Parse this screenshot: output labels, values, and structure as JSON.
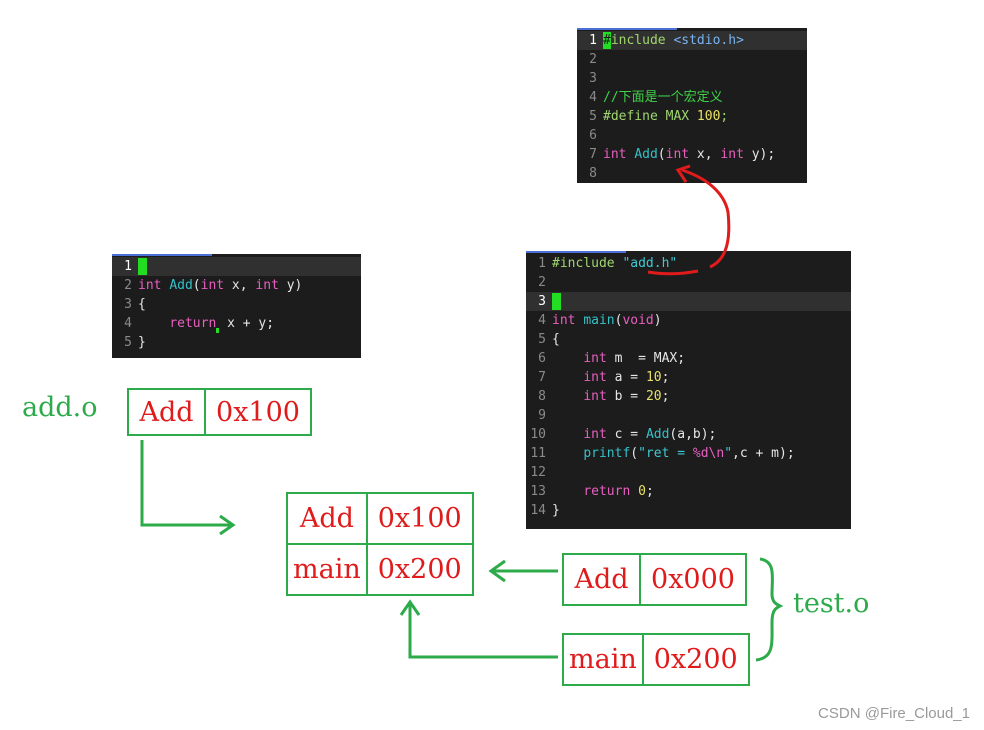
{
  "code_header": {
    "lines": [
      {
        "n": "1",
        "current": true,
        "tokens": [
          {
            "c": "cursor",
            "t": "#"
          },
          {
            "c": "k-pp",
            "t": "include "
          },
          {
            "c": "k-hdr",
            "t": "<stdio.h>"
          }
        ]
      },
      {
        "n": "2",
        "tokens": []
      },
      {
        "n": "3",
        "tokens": []
      },
      {
        "n": "4",
        "tokens": [
          {
            "c": "k-cmt",
            "t": "//下面是一个宏定义"
          }
        ]
      },
      {
        "n": "5",
        "tokens": [
          {
            "c": "k-pp",
            "t": "#define MAX "
          },
          {
            "c": "k-num",
            "t": "100"
          },
          {
            "c": "k-pp",
            "t": ";"
          }
        ]
      },
      {
        "n": "6",
        "tokens": []
      },
      {
        "n": "7",
        "tokens": [
          {
            "c": "k-type",
            "t": "int "
          },
          {
            "c": "k-fn",
            "t": "Add"
          },
          {
            "c": "t",
            "t": "("
          },
          {
            "c": "k-type",
            "t": "int"
          },
          {
            "c": "t",
            "t": " x, "
          },
          {
            "c": "k-type",
            "t": "int"
          },
          {
            "c": "t",
            "t": " y);"
          }
        ]
      },
      {
        "n": "8",
        "tokens": []
      }
    ]
  },
  "code_add": {
    "lines": [
      {
        "n": "1",
        "current": true,
        "tokens": [
          {
            "c": "cursor",
            "t": ""
          }
        ]
      },
      {
        "n": "2",
        "tokens": [
          {
            "c": "k-type",
            "t": "int "
          },
          {
            "c": "k-fn",
            "t": "Add"
          },
          {
            "c": "t",
            "t": "("
          },
          {
            "c": "k-type",
            "t": "int"
          },
          {
            "c": "t",
            "t": " x, "
          },
          {
            "c": "k-type",
            "t": "int"
          },
          {
            "c": "t",
            "t": " y)"
          }
        ]
      },
      {
        "n": "3",
        "tokens": [
          {
            "c": "t",
            "t": "{"
          }
        ]
      },
      {
        "n": "4",
        "tokens": [
          {
            "c": "t",
            "t": "    "
          },
          {
            "c": "k-ctrl",
            "t": "return"
          },
          {
            "c": "tiny",
            "t": ""
          },
          {
            "c": "t",
            "t": " x + y;"
          }
        ]
      },
      {
        "n": "5",
        "tokens": [
          {
            "c": "t",
            "t": "}"
          }
        ]
      }
    ]
  },
  "code_test": {
    "lines": [
      {
        "n": "1",
        "tokens": [
          {
            "c": "k-pp",
            "t": "#include "
          },
          {
            "c": "k-str",
            "t": "\"add.h\""
          }
        ]
      },
      {
        "n": "2",
        "tokens": []
      },
      {
        "n": "3",
        "current": true,
        "tokens": [
          {
            "c": "cursor",
            "t": ""
          }
        ]
      },
      {
        "n": "4",
        "tokens": [
          {
            "c": "k-type",
            "t": "int "
          },
          {
            "c": "k-fn",
            "t": "main"
          },
          {
            "c": "t",
            "t": "("
          },
          {
            "c": "k-type",
            "t": "void"
          },
          {
            "c": "t",
            "t": ")"
          }
        ]
      },
      {
        "n": "5",
        "tokens": [
          {
            "c": "t",
            "t": "{"
          }
        ]
      },
      {
        "n": "6",
        "tokens": [
          {
            "c": "t",
            "t": "    "
          },
          {
            "c": "k-type",
            "t": "int"
          },
          {
            "c": "t",
            "t": " m  = MAX;"
          }
        ]
      },
      {
        "n": "7",
        "tokens": [
          {
            "c": "t",
            "t": "    "
          },
          {
            "c": "k-type",
            "t": "int"
          },
          {
            "c": "t",
            "t": " a = "
          },
          {
            "c": "k-num",
            "t": "10"
          },
          {
            "c": "t",
            "t": ";"
          }
        ]
      },
      {
        "n": "8",
        "tokens": [
          {
            "c": "t",
            "t": "    "
          },
          {
            "c": "k-type",
            "t": "int"
          },
          {
            "c": "t",
            "t": " b = "
          },
          {
            "c": "k-num",
            "t": "20"
          },
          {
            "c": "t",
            "t": ";"
          }
        ]
      },
      {
        "n": "9",
        "tokens": []
      },
      {
        "n": "10",
        "tokens": [
          {
            "c": "t",
            "t": "    "
          },
          {
            "c": "k-type",
            "t": "int"
          },
          {
            "c": "t",
            "t": " c = "
          },
          {
            "c": "k-fn",
            "t": "Add"
          },
          {
            "c": "t",
            "t": "(a,b);"
          }
        ]
      },
      {
        "n": "11",
        "tokens": [
          {
            "c": "t",
            "t": "    "
          },
          {
            "c": "k-fn",
            "t": "printf"
          },
          {
            "c": "t",
            "t": "("
          },
          {
            "c": "k-str",
            "t": "\"ret = "
          },
          {
            "c": "k-esc",
            "t": "%d\\n"
          },
          {
            "c": "k-str",
            "t": "\""
          },
          {
            "c": "t",
            "t": ",c + m);"
          }
        ]
      },
      {
        "n": "12",
        "tokens": []
      },
      {
        "n": "13",
        "tokens": [
          {
            "c": "t",
            "t": "    "
          },
          {
            "c": "k-ctrl",
            "t": "return"
          },
          {
            "c": "t",
            "t": " "
          },
          {
            "c": "k-num",
            "t": "0"
          },
          {
            "c": "t",
            "t": ";"
          }
        ]
      },
      {
        "n": "14",
        "tokens": [
          {
            "c": "t",
            "t": "}"
          }
        ]
      }
    ]
  },
  "add_o": {
    "label": "add.o",
    "rows": [
      {
        "symbol": "Add",
        "addr": "0x100"
      }
    ]
  },
  "merged": {
    "rows": [
      {
        "symbol": "Add",
        "addr": "0x100"
      },
      {
        "symbol": "main",
        "addr": "0x200"
      }
    ]
  },
  "test_o": {
    "label": "test.o",
    "rows": [
      {
        "symbol": "Add",
        "addr": "0x000"
      },
      {
        "symbol": "main",
        "addr": "0x200"
      }
    ]
  },
  "watermark": "CSDN @Fire_Cloud_1",
  "colors": {
    "green": "#2daa4a",
    "red": "#e01b1b",
    "code_bg": "#1c1c1c"
  }
}
